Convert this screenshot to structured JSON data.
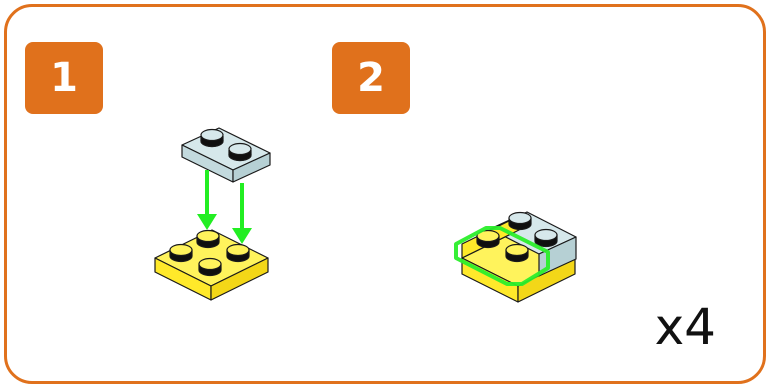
{
  "steps": [
    {
      "number": "1"
    },
    {
      "number": "2"
    }
  ],
  "quantity_label": "x4",
  "colors": {
    "accent": "#e0711c",
    "plate_yellow": "#ffec3d",
    "plate_blue_grey": "#c9dfe3",
    "arrow_green": "#22ee22",
    "outline": "#111111"
  },
  "icons": [
    "lego-plate-1x2-icon",
    "lego-plate-2x2-icon",
    "down-arrow-icon",
    "highlight-outline-icon"
  ]
}
